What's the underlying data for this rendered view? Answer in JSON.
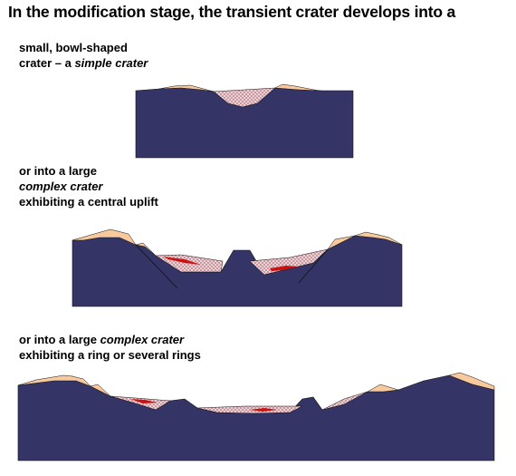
{
  "heading": "In the modification stage, the transient crater develops into a",
  "captions": {
    "simple": {
      "line1": "small, bowl-shaped",
      "line2_prefix": "crater – a ",
      "line2_italic": "simple crater"
    },
    "complex": {
      "line1": "or into a large",
      "line2_italic": "complex crater",
      "line3": "exhibiting a central uplift"
    },
    "ring": {
      "line1_prefix": "or into a large ",
      "line1_italic": "complex crater",
      "line2": "exhibiting a ring or several rings"
    }
  },
  "colors": {
    "bedrock": "#353466",
    "ejecta": "#f7c99d",
    "breccia_lens": "#d9b3b8",
    "impact_melt": "#cc1111",
    "outline": "#111111"
  }
}
